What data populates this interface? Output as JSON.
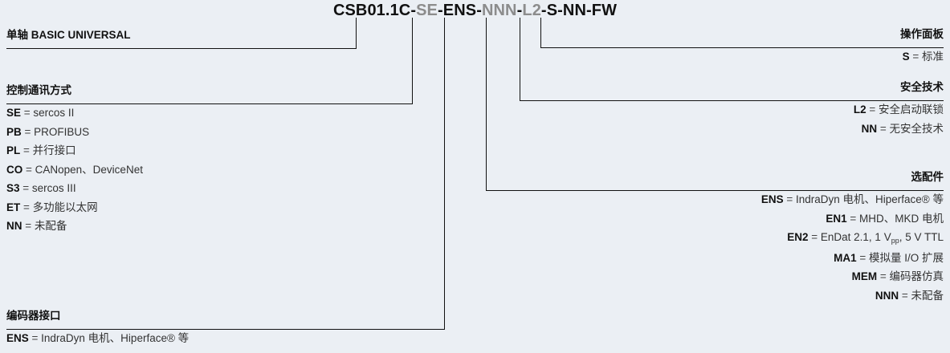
{
  "typecode": {
    "segments": [
      {
        "text": "CSB01.1C",
        "gray": false
      },
      {
        "text": "SE",
        "gray": true
      },
      {
        "text": "ENS",
        "gray": false
      },
      {
        "text": "NNN",
        "gray": true
      },
      {
        "text": "L2",
        "gray": true
      },
      {
        "text": "S",
        "gray": false
      },
      {
        "text": "NN",
        "gray": false
      },
      {
        "text": "FW",
        "gray": false
      }
    ],
    "separator": "-"
  },
  "left": {
    "device": {
      "heading": "单轴 BASIC UNIVERSAL"
    },
    "interface": {
      "heading": "控制通讯方式",
      "rows": [
        {
          "code": "SE",
          "eq": "=",
          "value": "sercos II"
        },
        {
          "code": "PB",
          "eq": "=",
          "value": "PROFIBUS"
        },
        {
          "code": "PL",
          "eq": "=",
          "value": "并行接口"
        },
        {
          "code": "CO",
          "eq": "=",
          "value": "CANopen、DeviceNet"
        },
        {
          "code": "S3",
          "eq": "=",
          "value": "sercos III"
        },
        {
          "code": "ET",
          "eq": "=",
          "value": "多功能以太网"
        },
        {
          "code": "NN",
          "eq": "=",
          "value": "未配备"
        }
      ]
    },
    "encoder": {
      "heading": "编码器接口",
      "rows": [
        {
          "code": "ENS",
          "eq": "=",
          "value": "IndraDyn 电机、Hiperface® 等"
        }
      ]
    }
  },
  "right": {
    "panel": {
      "heading": "操作面板",
      "rows": [
        {
          "code": "S",
          "eq": "=",
          "value": "标准"
        }
      ]
    },
    "safety": {
      "heading": "安全技术",
      "rows": [
        {
          "code": "L2",
          "eq": "=",
          "value": "安全启动联锁"
        },
        {
          "code": "NN",
          "eq": "=",
          "value": "无安全技术"
        }
      ]
    },
    "options": {
      "heading": "选配件",
      "rows": [
        {
          "code": "ENS",
          "eq": "=",
          "value": "IndraDyn 电机、Hiperface® 等"
        },
        {
          "code": "EN1",
          "eq": "=",
          "value": "MHD、MKD 电机"
        },
        {
          "code": "EN2",
          "eq": "=",
          "value": "EnDat 2.1, 1 V",
          "sub": "pp",
          "value2": ", 5 V TTL"
        },
        {
          "code": "MA1",
          "eq": "=",
          "value": "模拟量 I/O 扩展"
        },
        {
          "code": "MEM",
          "eq": "=",
          "value": "编码器仿真"
        },
        {
          "code": "NNN",
          "eq": "=",
          "value": "未配备"
        }
      ]
    }
  },
  "colors": {
    "background": "#ebeff4",
    "text": "#1a1a1a",
    "gray_segment": "#8c8c8c",
    "line": "#111111"
  }
}
